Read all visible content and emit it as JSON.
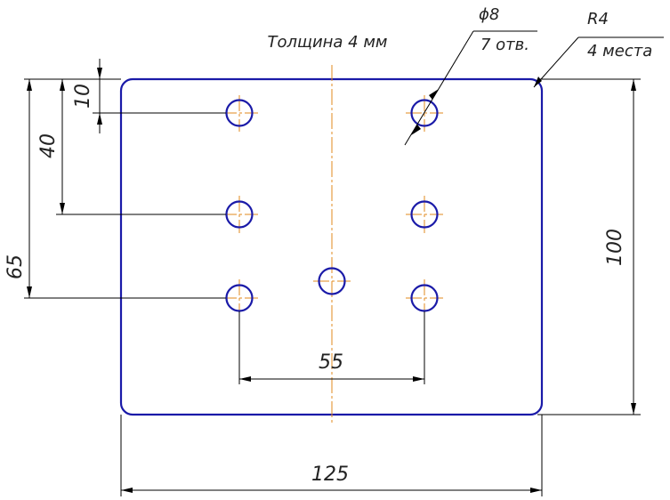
{
  "title": "Толщина 4 мм",
  "holes_note": {
    "diameter": "ϕ8",
    "count": "7 отв."
  },
  "radius_note": {
    "radius": "R4",
    "count": "4 места"
  },
  "dimensions": {
    "d10": "10",
    "d40": "40",
    "d65": "65",
    "d100": "100",
    "d55": "55",
    "d125": "125"
  },
  "colors": {
    "outline": "#1a1aa8",
    "centerline": "#e08a1e",
    "dimension": "#000000"
  }
}
